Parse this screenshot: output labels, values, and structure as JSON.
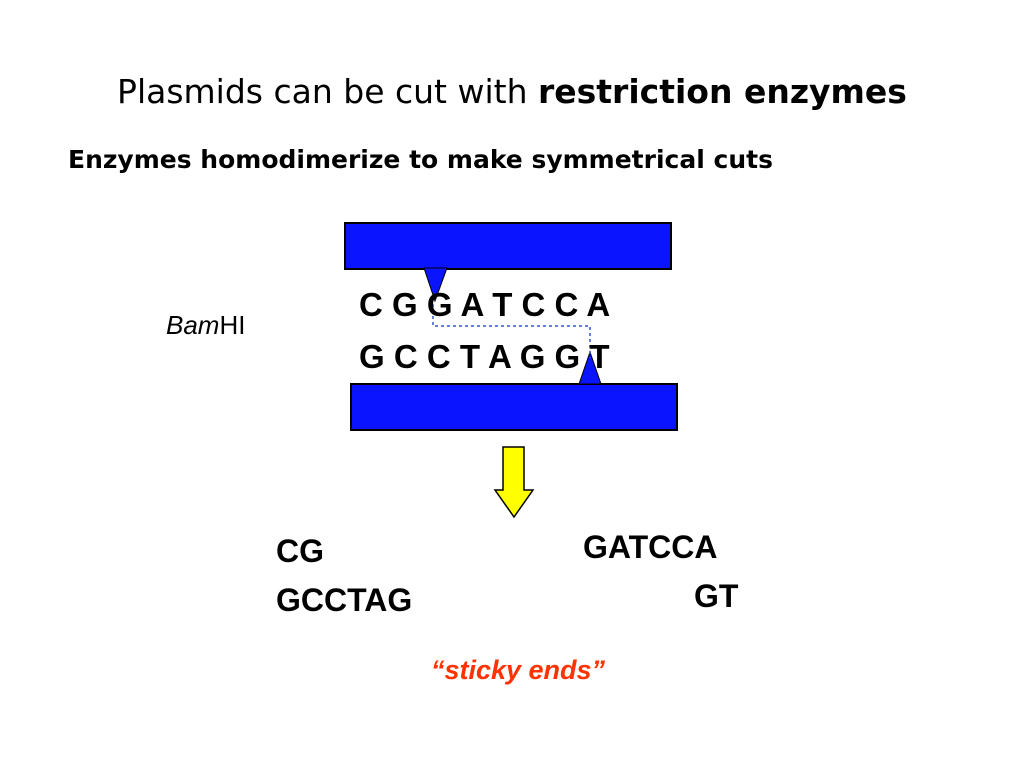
{
  "slide": {
    "title_plain": "Plasmids can be cut with ",
    "title_bold": "restriction enzymes",
    "subtitle": "Enzymes homodimerize to make symmetrical cuts"
  },
  "enzyme": {
    "name_italic": "Bam",
    "name_plain": "HI"
  },
  "dna": {
    "top_strand": "C G G A T C C A",
    "bottom_strand": "G C C T A G G T"
  },
  "fragments": {
    "left_top": "CG",
    "left_bottom": "GCCTAG",
    "right_top": "GATCCA",
    "right_bottom": "GT"
  },
  "label": {
    "sticky_ends": "“sticky ends”"
  },
  "colors": {
    "enzyme_blue": "#0a14ff",
    "arrow_yellow": "#ffff00",
    "sticky_red": "#ff3300",
    "cut_line_blue": "#3355cc"
  }
}
